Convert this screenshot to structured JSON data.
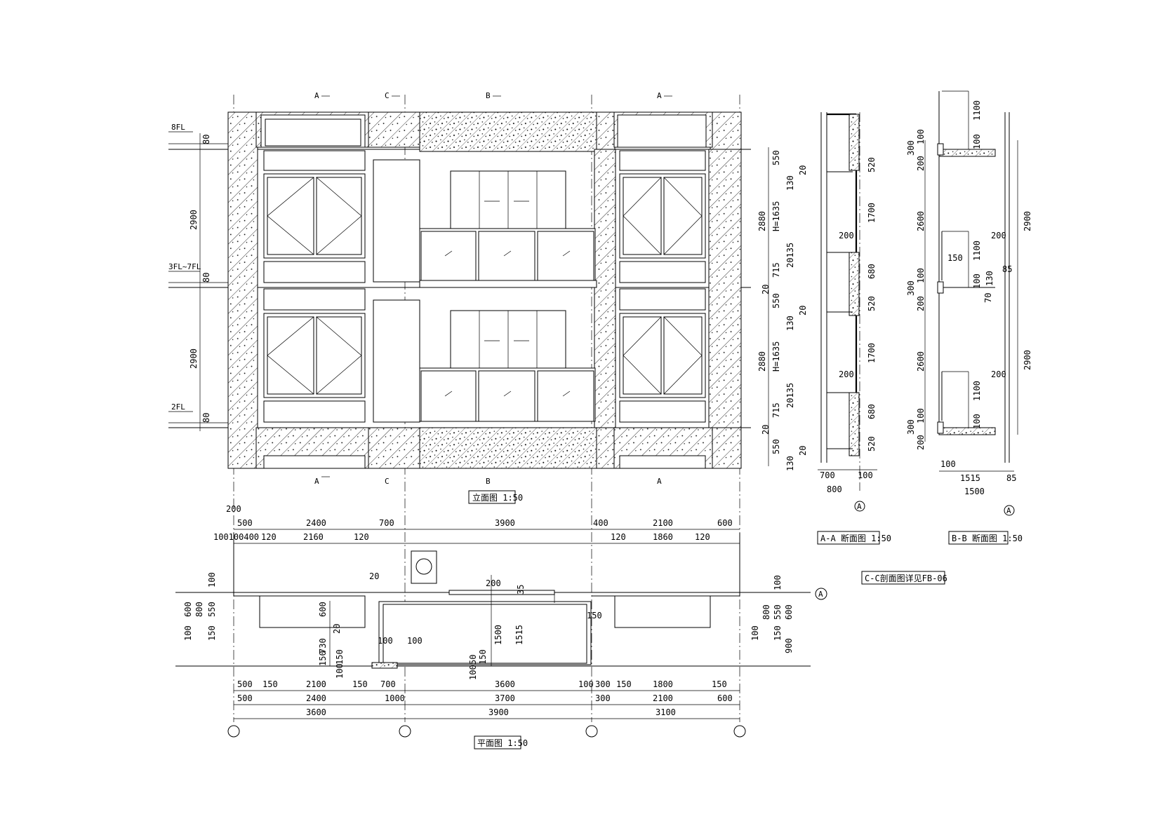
{
  "elevation": {
    "title": "立面图 1:50",
    "section_marks": [
      "A",
      "C",
      "B",
      "A"
    ],
    "floors": [
      {
        "label": "8FL",
        "dim": "80"
      },
      {
        "label": "3FL~7FL",
        "dim": "80"
      },
      {
        "label": "2FL",
        "dim": "80"
      }
    ],
    "storey_heights": [
      "2900",
      "2900"
    ]
  },
  "section_aa": {
    "title": "A-A 断面图 1:50",
    "left_dims": [
      "550",
      "2880",
      "715",
      "20",
      "550",
      "2880",
      "715",
      "20",
      "550"
    ],
    "h_labels": [
      "H=1635",
      "H=1635"
    ],
    "small_dims": [
      "20",
      "130",
      "20135",
      "20",
      "130",
      "20135",
      "20",
      "130"
    ],
    "right_dims": [
      "520",
      "1700",
      "680",
      "520",
      "1700",
      "680",
      "520"
    ],
    "mid_dims": [
      "200",
      "200"
    ],
    "bottom_dims": [
      "700",
      "100",
      "800"
    ],
    "axis": "A"
  },
  "section_bb": {
    "title": "B-B 断面图 1:50",
    "left_dims": [
      "300",
      "200",
      "100",
      "2600",
      "300",
      "200",
      "100",
      "2600",
      "300",
      "200",
      "100"
    ],
    "right_dims": [
      "1100",
      "100",
      "1100",
      "100",
      "1100",
      "100"
    ],
    "far_dims": [
      "2900",
      "2900"
    ],
    "misc_dims": [
      "200",
      "150",
      "85",
      "130",
      "70",
      "200"
    ],
    "bottom_dims": [
      "100",
      "1515",
      "85",
      "1500"
    ],
    "axis": "A"
  },
  "note": "C-C剖面图详见FB-06",
  "plan": {
    "title": "平面图 1:50",
    "top_row1": [
      "200"
    ],
    "top_row2": [
      "500",
      "2400",
      "700",
      "3900",
      "400",
      "2100",
      "600"
    ],
    "top_row3": [
      "100100400",
      "120",
      "2160",
      "120",
      "120",
      "1860",
      "120"
    ],
    "inner_dims": [
      "20",
      "200",
      "35",
      "150",
      "600",
      "20",
      "730",
      "150",
      "100",
      "100",
      "1500",
      "1515",
      "100",
      "150",
      "150",
      "100",
      "50"
    ],
    "left_dims": [
      "100",
      "600",
      "800",
      "550",
      "100",
      "150"
    ],
    "right_dims": [
      "100",
      "800",
      "550",
      "600",
      "100",
      "150",
      "900"
    ],
    "bottom_row1": [
      "500",
      "150",
      "2100",
      "150",
      "700",
      "3600",
      "100",
      "300",
      "150",
      "1800",
      "150"
    ],
    "bottom_row2": [
      "500",
      "2400",
      "1000",
      "3700",
      "300",
      "2100",
      "600"
    ],
    "bottom_row3": [
      "3600",
      "3900",
      "3100"
    ],
    "axis": "A"
  }
}
